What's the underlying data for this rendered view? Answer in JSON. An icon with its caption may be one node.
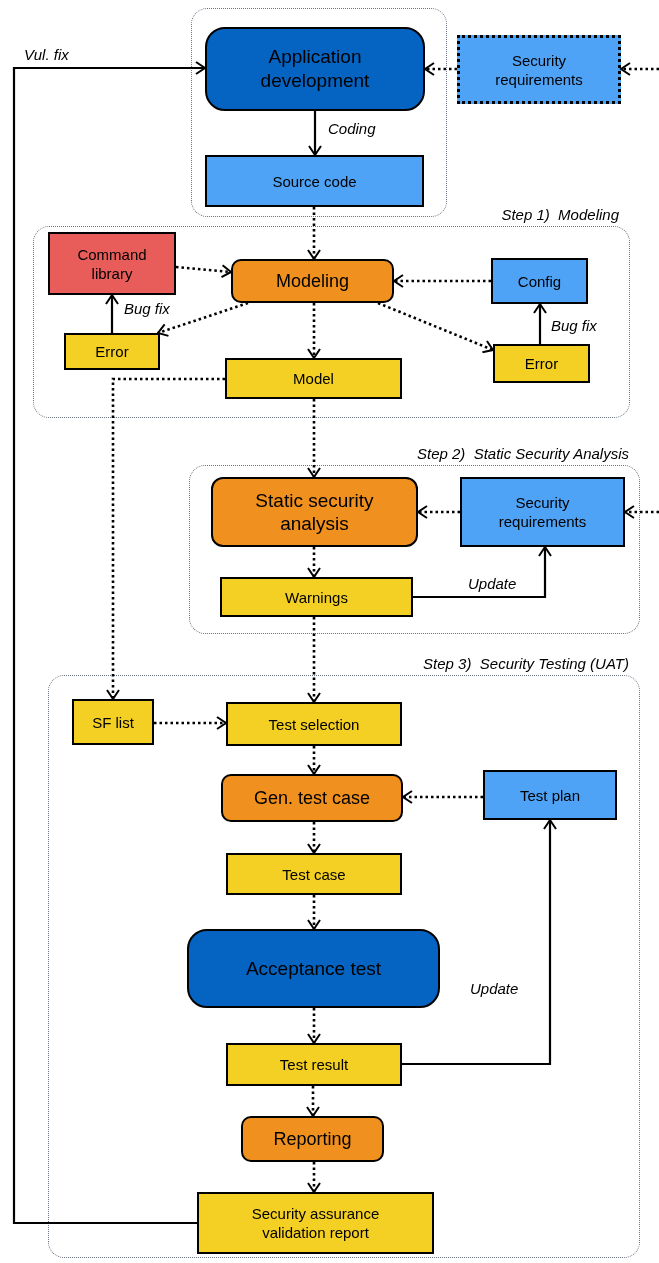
{
  "diagram": {
    "nodes": [
      {
        "text": [],
        "shape": "box"
      },
      {
        "text": [
          "Application development"
        ],
        "in": 0
      },
      {
        "text": [
          "Source code"
        ],
        "in": 0
      },
      {
        "text": [
          "Security requirements"
        ]
      },
      {
        "text": [
          "Step 1)  Modeling"
        ]
      },
      {
        "text": [
          "Command library"
        ],
        "in": 4
      },
      {
        "text": [
          "Modeling"
        ],
        "in": 4
      },
      {
        "text": [
          "Config"
        ],
        "in": 4
      },
      {
        "text": [
          "Error"
        ],
        "in": 4
      },
      {
        "text": [
          "Model"
        ],
        "in": 4
      },
      {
        "text": [
          "Error"
        ],
        "in": 4
      },
      {
        "text": [
          "Step 2)  Static Security Analysis"
        ]
      },
      {
        "text": [
          "Static security analysis"
        ],
        "in": 11
      },
      {
        "text": [
          "Security requirements"
        ],
        "in": 11
      },
      {
        "text": [
          "Warnings"
        ],
        "in": 11
      },
      {
        "text": [
          "Step 3)  Security Testing (UAT)"
        ]
      },
      {
        "text": [
          "SF list"
        ],
        "in": 15
      },
      {
        "text": [
          "Test selection"
        ],
        "in": 15
      },
      {
        "text": [
          "Gen. test case"
        ],
        "in": 15
      },
      {
        "text": [
          "Test plan"
        ],
        "in": 15
      },
      {
        "text": [
          "Test case"
        ],
        "in": 15
      },
      {
        "text": [
          "Acceptance test"
        ],
        "in": 15
      },
      {
        "text": [
          "Test result"
        ],
        "in": 15
      },
      {
        "text": [
          "Reporting"
        ],
        "in": 15
      },
      {
        "text": [
          "Security assurance validation report"
        ],
        "in": 15
      }
    ],
    "edges": [
      {
        "from": 24,
        "to": 1,
        "arrow": "to",
        "label": "Vul. fix"
      },
      {
        "from": 1,
        "to": 2,
        "arrow": "to",
        "label": "Coding"
      },
      {
        "from": null,
        "to": 3,
        "arrow": "to",
        "style": "dashed"
      },
      {
        "from": 3,
        "to": 1,
        "arrow": "to",
        "style": "dashed"
      },
      {
        "from": 2,
        "to": 6,
        "arrow": "to",
        "style": "dashed"
      },
      {
        "from": 5,
        "to": 6,
        "arrow": "to",
        "style": "dashed"
      },
      {
        "from": 7,
        "to": 6,
        "arrow": "to",
        "style": "dashed"
      },
      {
        "from": 6,
        "to": 8,
        "arrow": "to",
        "style": "dashed"
      },
      {
        "from": 6,
        "to": 10,
        "arrow": "to",
        "style": "dashed"
      },
      {
        "from": 6,
        "to": 9,
        "arrow": "to",
        "style": "dashed"
      },
      {
        "from": 8,
        "to": 5,
        "arrow": "to",
        "label": "Bug fix"
      },
      {
        "from": 10,
        "to": 7,
        "arrow": "to",
        "label": "Bug fix"
      },
      {
        "from": 9,
        "to": 16,
        "arrow": "to",
        "style": "dashed"
      },
      {
        "from": 9,
        "to": 12,
        "arrow": "to",
        "style": "dashed"
      },
      {
        "from": null,
        "to": 13,
        "arrow": "to",
        "style": "dashed"
      },
      {
        "from": 13,
        "to": 12,
        "arrow": "to",
        "style": "dashed"
      },
      {
        "from": 12,
        "to": 14,
        "arrow": "to",
        "style": "dashed"
      },
      {
        "from": 14,
        "to": 13,
        "arrow": "to",
        "label": "Update"
      },
      {
        "from": 14,
        "to": 17,
        "arrow": "to",
        "style": "dashed"
      },
      {
        "from": 16,
        "to": 17,
        "arrow": "to",
        "style": "dashed"
      },
      {
        "from": 17,
        "to": 18,
        "arrow": "to",
        "style": "dashed"
      },
      {
        "from": 19,
        "to": 18,
        "arrow": "to",
        "style": "dashed"
      },
      {
        "from": 18,
        "to": 20,
        "arrow": "to",
        "style": "dashed"
      },
      {
        "from": 20,
        "to": 21,
        "arrow": "to",
        "style": "dashed"
      },
      {
        "from": 21,
        "to": 22,
        "arrow": "to",
        "style": "dashed"
      },
      {
        "from": 22,
        "to": 19,
        "arrow": "to",
        "label": "Update"
      },
      {
        "from": 22,
        "to": 23,
        "arrow": "to",
        "style": "dashed"
      },
      {
        "from": 23,
        "to": 24,
        "arrow": "to",
        "style": "dashed"
      }
    ]
  }
}
